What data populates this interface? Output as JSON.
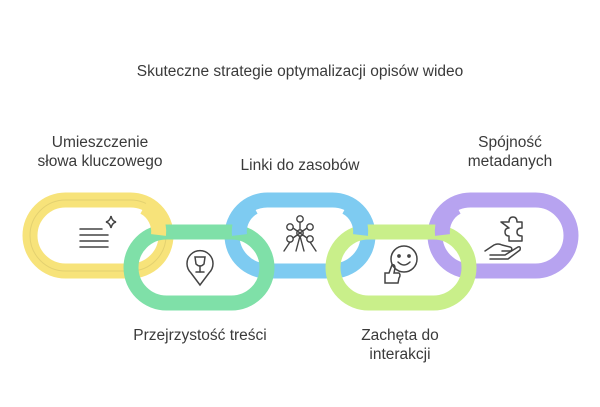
{
  "title": "Skuteczne strategie optymalizacji opisów wideo",
  "links": [
    {
      "label": "Umieszczenie słowa kluczowego",
      "lines": [
        "Umieszczenie",
        "słowa kluczowego"
      ],
      "icon": "document-sparkle-icon",
      "color": "#f7e37a"
    },
    {
      "label": "Przejrzystość treści",
      "lines": [
        "Przejrzystość treści"
      ],
      "icon": "wine-glass-pin-icon",
      "color": "#7fe0a8"
    },
    {
      "label": "Linki do zasobów",
      "lines": [
        "Linki do zasobów"
      ],
      "icon": "atomium-icon",
      "color": "#7ecbf1"
    },
    {
      "label": "Zachęta do interakcji",
      "lines": [
        "Zachęta do",
        "interakcji"
      ],
      "icon": "smile-thumbs-up-icon",
      "color": "#c9ef8a"
    },
    {
      "label": "Spójność metadanych",
      "lines": [
        "Spójność",
        "metadanych"
      ],
      "icon": "hand-puzzle-icon",
      "color": "#b7a3f0"
    }
  ]
}
